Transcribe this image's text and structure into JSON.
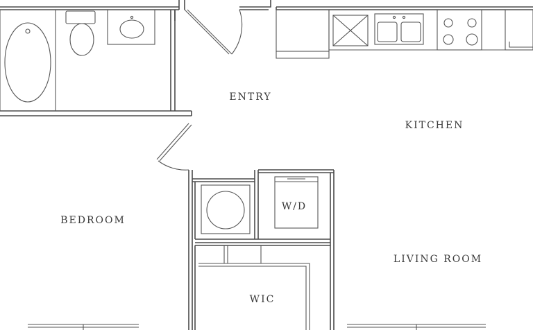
{
  "rooms": {
    "entry": "ENTRY",
    "kitchen": "KITCHEN",
    "bedroom": "BEDROOM",
    "washer_dryer": "W/D",
    "living_room": "LIVING ROOM",
    "walk_in_closet": "WIC"
  },
  "colors": {
    "wall": "#4a4a4a",
    "fixture": "#555555",
    "label": "#3a3a3a",
    "background": "#ffffff"
  }
}
